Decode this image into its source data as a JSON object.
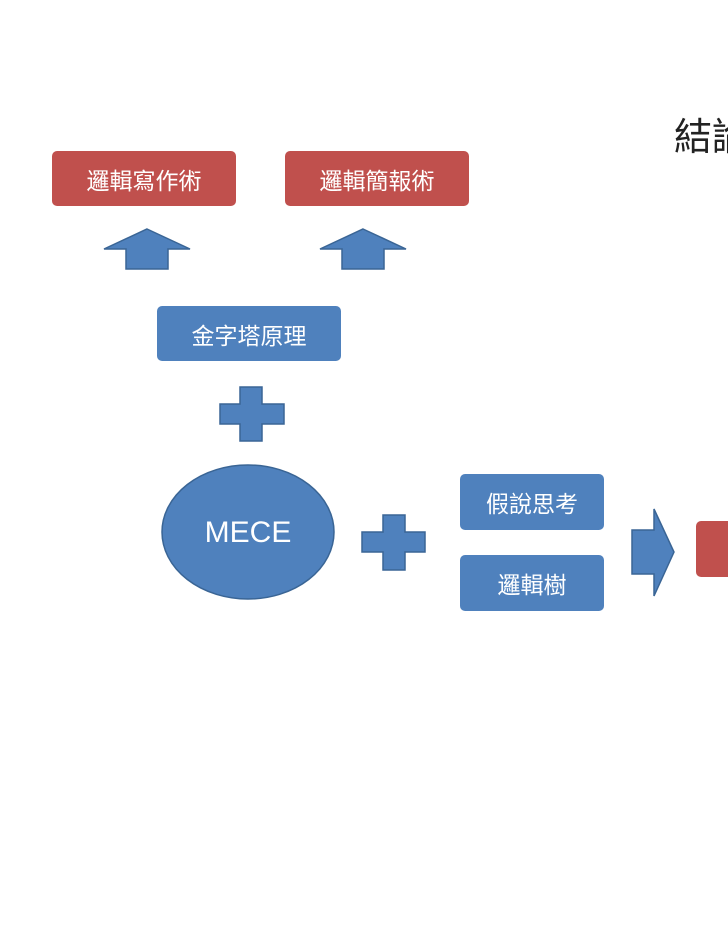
{
  "colors": {
    "red": "#c0504d",
    "blue": "#4f81bd",
    "stroke": "#3a6595"
  },
  "title": "結論",
  "outputs": {
    "writing": "邏輯寫作術",
    "presentation": "邏輯簡報術"
  },
  "pyramid": "金字塔原理",
  "mece": "MECE",
  "methods": {
    "hypothesis": "假說思考",
    "tree": "邏輯樹"
  },
  "icons": {
    "up_arrow": "up-arrow-icon",
    "plus": "plus-icon",
    "right_arrow": "right-arrow-icon"
  }
}
